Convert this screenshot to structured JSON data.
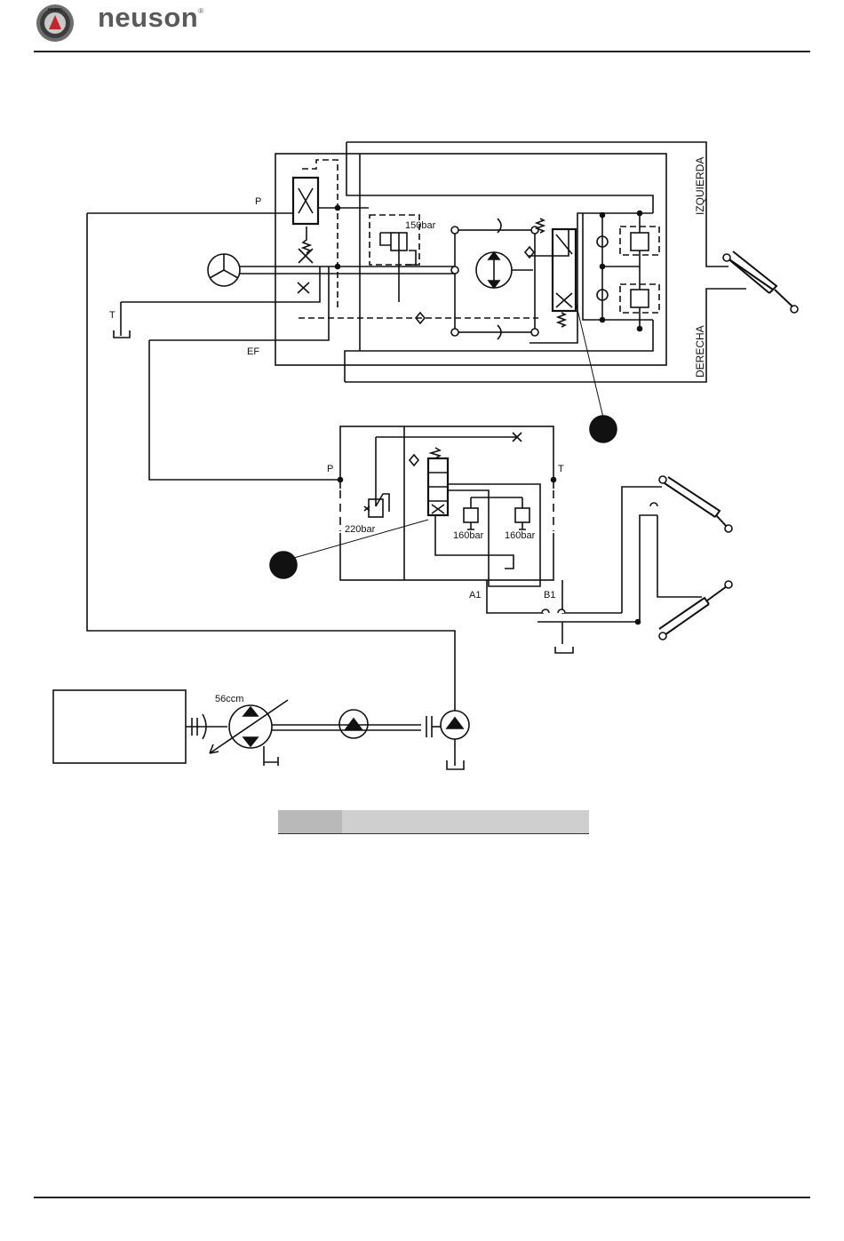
{
  "header": {
    "brand_name": "neuson",
    "brand_mark": "®",
    "logo_text": "neuson"
  },
  "diagram": {
    "labels": {
      "p_top": "P",
      "t_left": "T",
      "ef": "EF",
      "relief_150": "150bar",
      "izquierda": "IZQUIERDA",
      "derecha": "DERECHA",
      "p_mid": "P",
      "t_mid": "T",
      "relief_220": "220bar",
      "relief_160_a": "160bar",
      "relief_160_b": "160bar",
      "a1": "A1",
      "b1": "B1",
      "pump_displacement": "56ccm"
    }
  },
  "caption": {
    "col_a": "",
    "col_b": ""
  }
}
